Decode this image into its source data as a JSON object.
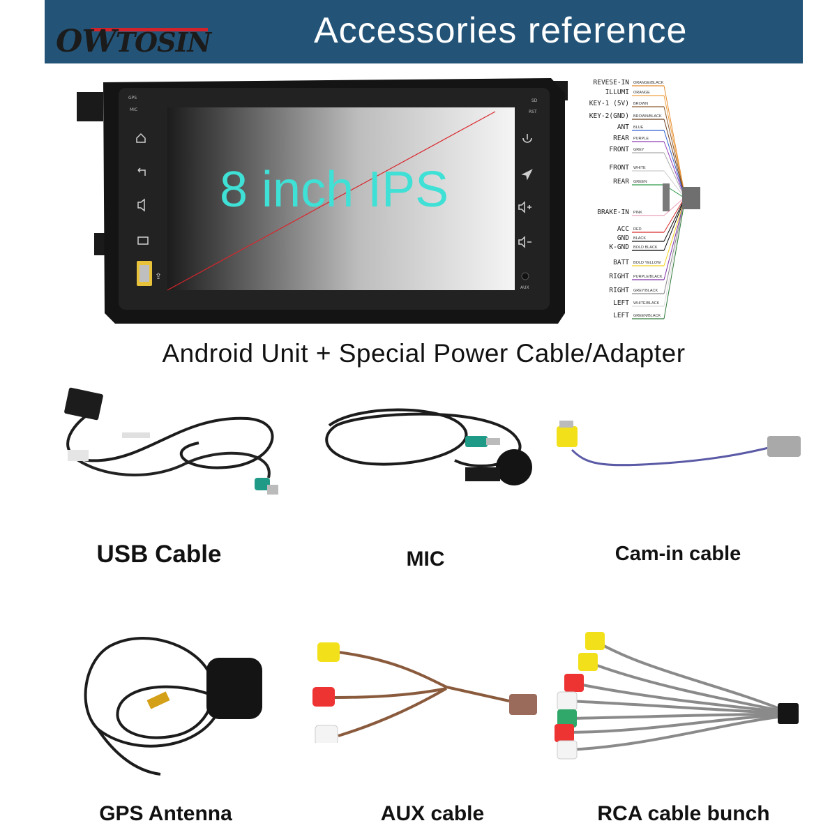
{
  "header": {
    "brand_ow": "OW",
    "brand_tosin": "TOSIN",
    "title": "Accessories reference"
  },
  "unit": {
    "screen_label": "8 inch IPS",
    "left_buttons": [
      "GPS",
      "MIC"
    ],
    "right_buttons": [
      "SD",
      "RST"
    ],
    "aux_label": "AUX"
  },
  "wiring": {
    "labels": [
      "REVESE-IN",
      "ILLUMI",
      "KEY-1 (5V)",
      "KEY-2(GND)",
      "ANT",
      "REAR",
      "FRONT",
      "FRONT",
      "REAR",
      "BRAKE-IN",
      "ACC",
      "GND",
      "K-GND",
      "BATT",
      "RIGHT",
      "RIGHT",
      "LEFT",
      "LEFT"
    ],
    "colors": [
      "ORANGE/BLACK",
      "ORANGE",
      "BROWN",
      "BROWN/BLACK",
      "BLUE",
      "PURPLE",
      "GREY",
      "WHITE",
      "GREEN",
      "PINK",
      "RED",
      "BLACK",
      "BOLD BLACK",
      "BOLD YELLOW",
      "PURPLE/BLACK",
      "GREY/BLACK",
      "WHITE/BLACK",
      "GREEN/BLACK"
    ]
  },
  "caption_main": "Android Unit + Special Power Cable/Adapter",
  "accessories": {
    "usb": "USB Cable",
    "mic": "MIC",
    "cam": "Cam-in cable",
    "gps": "GPS Antenna",
    "aux": "AUX cable",
    "rca": "RCA cable bunch"
  },
  "colors": {
    "banner": "#235478",
    "brand_red": "#d2232a",
    "screen_text": "#3fe0d5"
  }
}
